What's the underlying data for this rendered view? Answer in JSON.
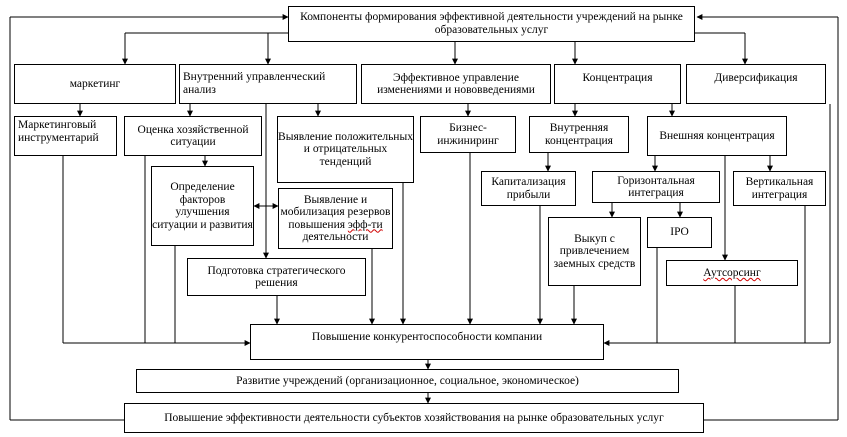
{
  "diagram": {
    "title": "Компоненты формирования эффективной деятельности учреждений на рынке образовательных услуг",
    "level1": {
      "marketing": "маркетинг",
      "internal": "Внутренний управленческий анализ",
      "change": "Эффективное управление изменениями и нововведениями",
      "concentration": "Концентрация",
      "diversification": "Диверсификация"
    },
    "level2": {
      "marketing_tools": "Маркетинговый инструментарий",
      "situation_assessment": "Оценка хозяйственной ситуации",
      "pos_neg_trends": "Выявление положительных и отрицательных тенденций",
      "business_engineering": "Бизнес-инжиниринг",
      "internal_concentration": "Внутренняя концентрация",
      "external_concentration": "Внешняя концентрация"
    },
    "level3": {
      "improvement_factors": "Определение факторов улучшения ситуации и развития",
      "reserves_pre": "Выявление и мобилизация резервов повышения ",
      "reserves_abbr": "эфф-ти",
      "reserves_post": " деятельности",
      "capitalization": "Капитализация прибыли",
      "horizontal_integration": "Горизонтальная интеграция",
      "vertical_integration": "Вертикальная интеграция",
      "buyout": "Выкуп с привлечением заемных средств",
      "ipo": "IPO",
      "outsourcing": "Аутсорсинг",
      "strategic_decision": "Подготовка стратегического решения"
    },
    "results": {
      "competitiveness": "Повышение конкурентоспособности компании",
      "development": "Развитие учреждений (организационное, социальное, экономическое)",
      "efficiency": "Повышение эффективности деятельности субъектов хозяйствования на рынке образовательных услуг"
    }
  }
}
